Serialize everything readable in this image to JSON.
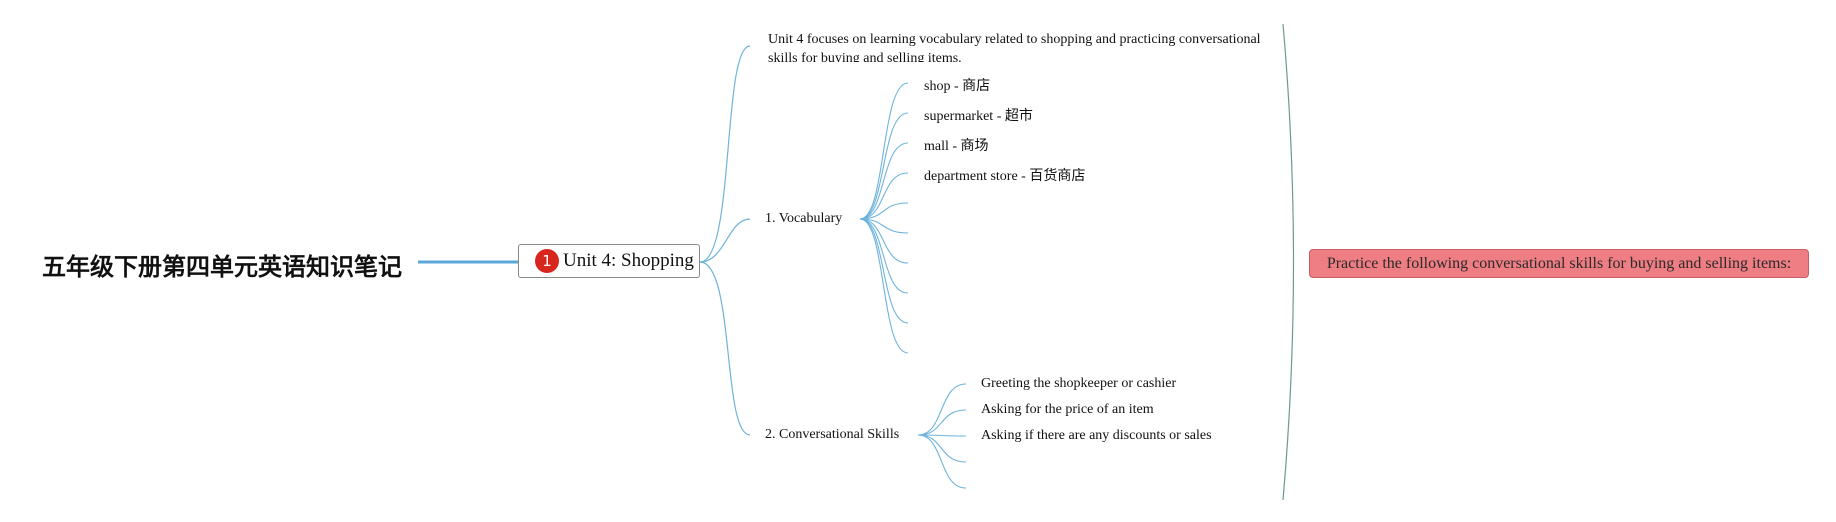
{
  "root": {
    "title": "五年级下册第四单元英语知识笔记"
  },
  "central": {
    "badge": "1",
    "label": "Unit 4: Shopping"
  },
  "intro": {
    "text": "Unit 4 focuses on learning vocabulary related to shopping and practicing conversational skills for buying and selling items."
  },
  "vocabulary": {
    "label": "1. Vocabulary",
    "items": [
      "shop - 商店",
      "supermarket - 超市",
      "mall - 商场",
      "department store - 百货商店",
      "",
      "",
      "",
      "",
      "",
      ""
    ]
  },
  "conversation": {
    "label": "2. Conversational Skills",
    "items": [
      "Greeting the shopkeeper or cashier",
      "Asking for the price of an item",
      "Asking if there are any discounts or sales",
      "",
      ""
    ]
  },
  "callout": {
    "text": "Practice the following conversational skills for buying and selling items:"
  },
  "colors": {
    "line": "#6fb3dc",
    "root_line": "#5ba8d8",
    "bracket": "#6b9a8f",
    "callout_bg": "#ef7d84",
    "badge": "#d7261e"
  }
}
